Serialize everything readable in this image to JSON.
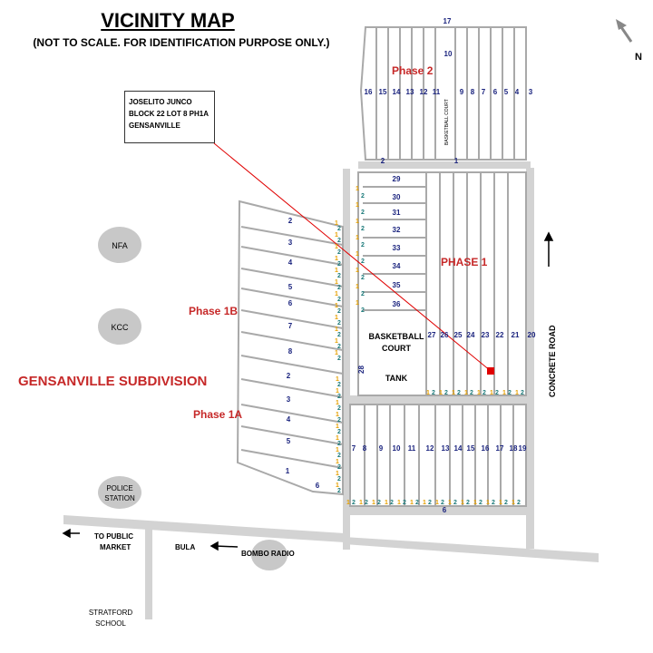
{
  "header": {
    "title": "VICINITY MAP",
    "subtitle": "(NOT TO SCALE. FOR IDENTIFICATION PURPOSE ONLY.)"
  },
  "callout": {
    "line1": "JOSELITO JUNCO",
    "line2": "BLOCK 22 LOT 8 PH1A",
    "line3": "GENSANVILLE"
  },
  "north_label": "N",
  "subdivision_name": "GENSANVILLE SUBDIVISION",
  "phases": {
    "phase2": "Phase 2",
    "phase1": "PHASE 1",
    "phase1b": "Phase 1B",
    "phase1a": "Phase 1A"
  },
  "landmarks": {
    "nfa": "NFA",
    "kcc": "KCC",
    "police_line1": "POLICE",
    "police_line2": "STATION",
    "bombo": "BOMBO RADIO",
    "stratford_line1": "STRATFORD",
    "stratford_line2": "SCHOOL",
    "bula": "BULA",
    "market_line1": "TO PUBLIC",
    "market_line2": "MARKET",
    "concrete_road": "CONCRETE ROAD",
    "basketball_line1": "BASKETBALL",
    "basketball_line2": "COURT",
    "tank": "TANK",
    "bb_court_small": "BASKETBALL COURT"
  },
  "colors": {
    "road": "#d3d3d3",
    "block_line": "#a9a9a9",
    "lot_number": "#1a237e",
    "phase_label": "#c62828",
    "marker": "#e00000",
    "orange_lot": "#e6a000",
    "teal_lot": "#1b7a7a"
  },
  "block_numbers": {
    "phase2_top": "17",
    "phase2_10": "10",
    "phase2_row": [
      "16",
      "15",
      "14",
      "13",
      "12",
      "11",
      "9",
      "8",
      "7",
      "6",
      "5",
      "4",
      "3"
    ],
    "road_2": "2",
    "road_1": "1",
    "phase1_left": [
      "29",
      "30",
      "31",
      "32",
      "33",
      "34",
      "35",
      "36"
    ],
    "phase1_right": [
      "27",
      "26",
      "25",
      "24",
      "23",
      "22",
      "21",
      "20"
    ],
    "block_28": "28",
    "phase1b": [
      "2",
      "3",
      "4",
      "5",
      "6",
      "7",
      "8"
    ],
    "phase1a": [
      "2",
      "3",
      "4",
      "5",
      "1",
      "6"
    ],
    "bottom_row": [
      "7",
      "8",
      "9",
      "10",
      "11",
      "12",
      "13",
      "14",
      "15",
      "16",
      "17",
      "18",
      "19"
    ],
    "bottom_6": "6"
  }
}
